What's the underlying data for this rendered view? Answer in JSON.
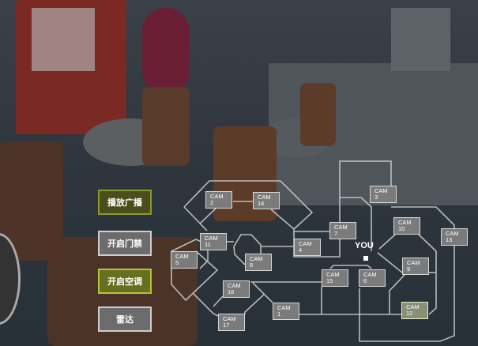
{
  "buttons": [
    {
      "label": "播放广播",
      "style": "green"
    },
    {
      "label": "开启门禁",
      "style": "gray"
    },
    {
      "label": "开启空调",
      "style": "lime"
    },
    {
      "label": "雷达",
      "style": "gray"
    }
  ],
  "map": {
    "you_label": "YOU",
    "cams": [
      {
        "label": "CAM",
        "num": "2"
      },
      {
        "label": "CAM",
        "num": "14"
      },
      {
        "label": "CAM",
        "num": "3"
      },
      {
        "label": "CAM",
        "num": "10"
      },
      {
        "label": "CAM",
        "num": "13"
      },
      {
        "label": "CAM",
        "num": "7"
      },
      {
        "label": "CAM",
        "num": "11"
      },
      {
        "label": "CAM",
        "num": "4"
      },
      {
        "label": "CAM",
        "num": "5"
      },
      {
        "label": "CAM",
        "num": "8"
      },
      {
        "label": "CAM",
        "num": "9"
      },
      {
        "label": "CAM",
        "num": "15"
      },
      {
        "label": "CAM",
        "num": "6"
      },
      {
        "label": "CAM",
        "num": "16"
      },
      {
        "label": "CAM",
        "num": "1"
      },
      {
        "label": "CAM",
        "num": "12"
      },
      {
        "label": "CAM",
        "num": "17"
      }
    ]
  }
}
